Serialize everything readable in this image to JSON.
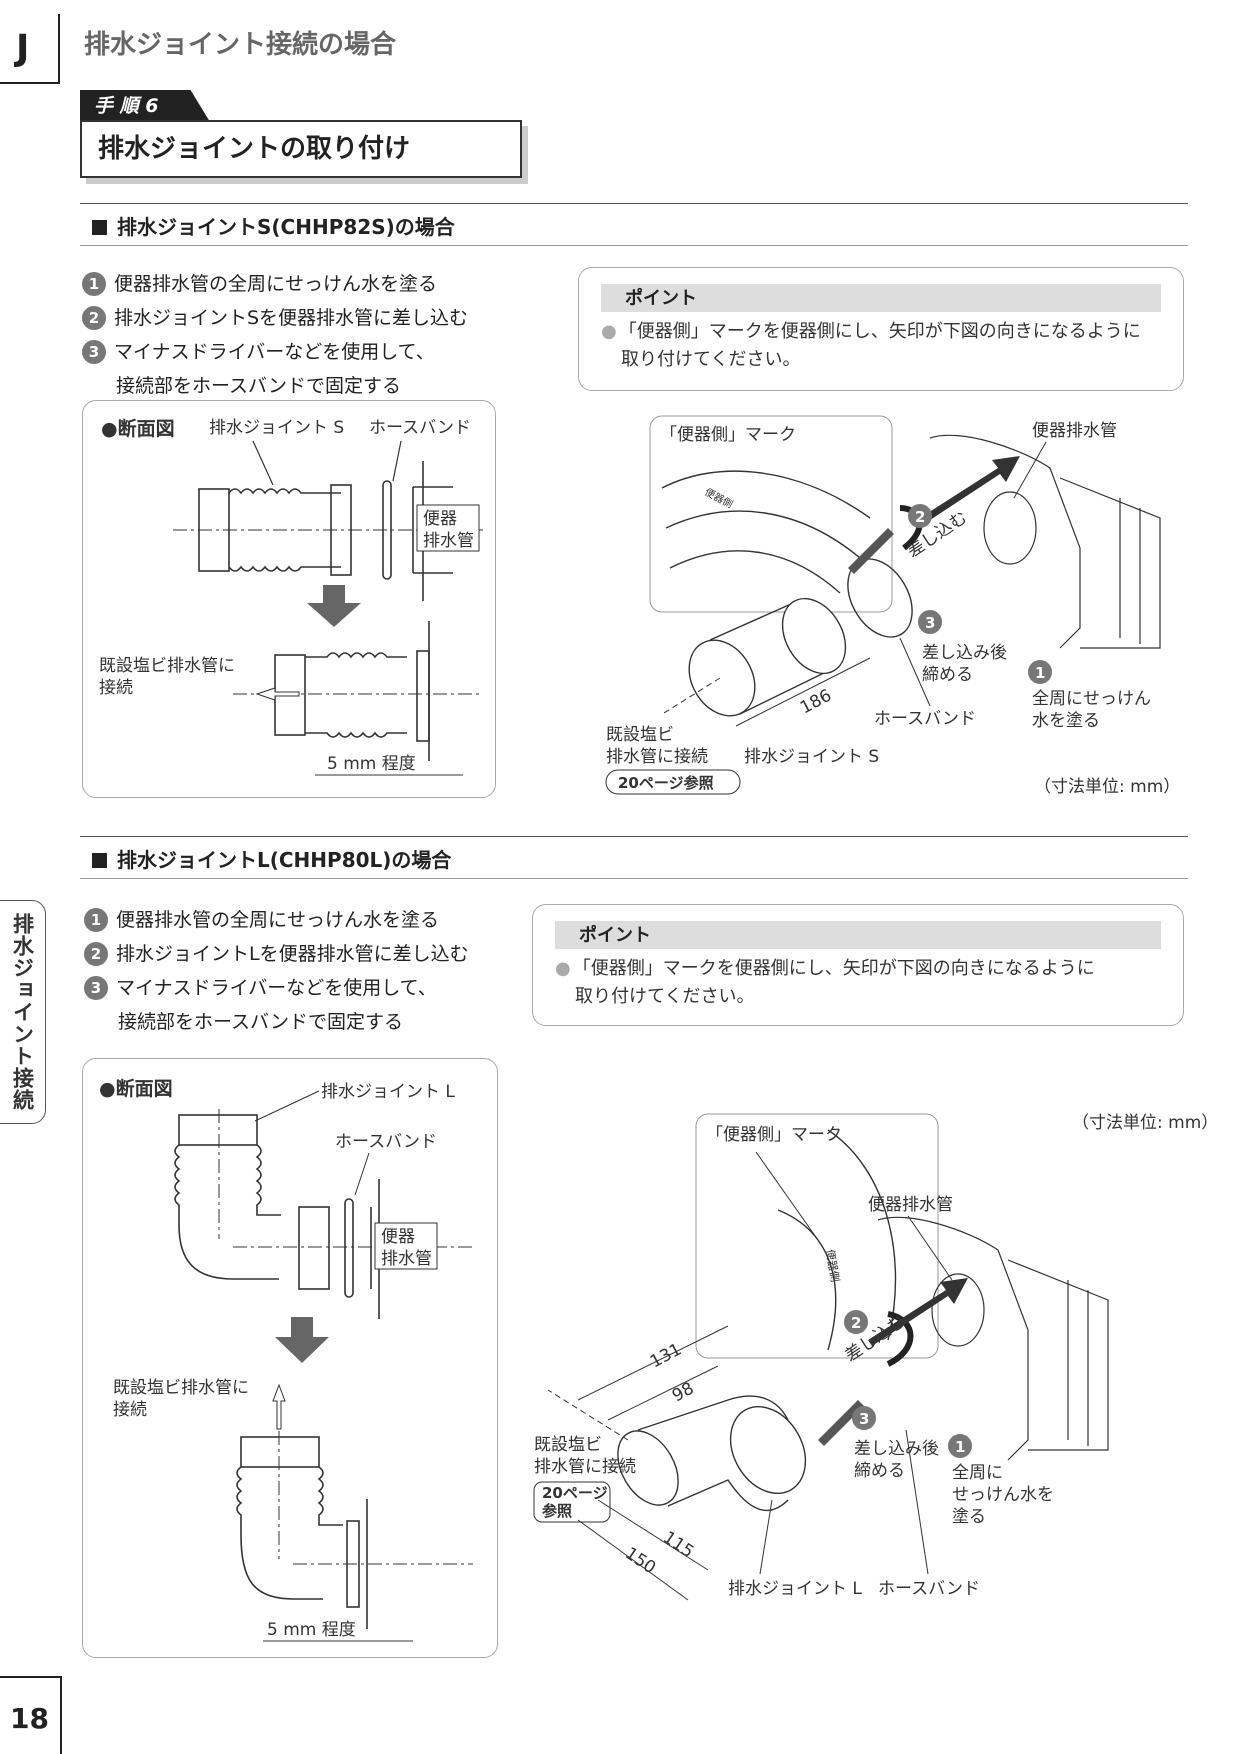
{
  "header": {
    "chapter_letter": "J",
    "title": "排水ジョイント接続の場合"
  },
  "step": {
    "tag": "手 順 6",
    "title": "排水ジョイントの取り付け"
  },
  "sectionS": {
    "heading": "排水ジョイントS(CHHP82S)の場合",
    "steps": [
      {
        "num": "1",
        "text": "便器排水管の全周にせっけん水を塗る"
      },
      {
        "num": "2",
        "text": "排水ジョイントSを便器排水管に差し込む"
      },
      {
        "num": "3",
        "text": "マイナスドライバーなどを使用して、",
        "text2": "接続部をホースバンドで固定する"
      }
    ],
    "point": {
      "heading": "ポイント",
      "line1": "「便器側」マークを便器側にし、矢印が下図の向きになるように",
      "line2": "取り付けてください。"
    },
    "section_diagram": {
      "title": "●断面図",
      "label_joint": "排水ジョイント S",
      "label_band": "ホースバンド",
      "label_pipe1": "便器",
      "label_pipe2": "排水管",
      "label_existing1": "既設塩ビ排水管に",
      "label_existing2": "接続",
      "label_gap": "5 mm 程度"
    },
    "figure": {
      "mark_label": "「便器側」マーク",
      "mark_print": "便器側",
      "toilet_pipe": "便器排水管",
      "insert": "差し込む",
      "tighten1": "差し込み後",
      "tighten2": "締める",
      "soap1": "全周にせっけん",
      "soap2": "水を塗る",
      "hose_band": "ホースバンド",
      "joint": "排水ジョイント S",
      "existing1": "既設塩ビ",
      "existing2": "排水管に接続",
      "ref": "20ページ参照",
      "dim": "186",
      "unit": "（寸法単位: mm）",
      "n1": "1",
      "n2": "2",
      "n3": "3"
    }
  },
  "sectionL": {
    "heading": "排水ジョイントL(CHHP80L)の場合",
    "steps": [
      {
        "num": "1",
        "text": "便器排水管の全周にせっけん水を塗る"
      },
      {
        "num": "2",
        "text": "排水ジョイントLを便器排水管に差し込む"
      },
      {
        "num": "3",
        "text": "マイナスドライバーなどを使用して、",
        "text2": "接続部をホースバンドで固定する"
      }
    ],
    "point": {
      "heading": "ポイント",
      "line1": "「便器側」マークを便器側にし、矢印が下図の向きになるように",
      "line2": "取り付けてください。"
    },
    "section_diagram": {
      "title": "●断面図",
      "label_joint": "排水ジョイント L",
      "label_band": "ホースバンド",
      "label_pipe1": "便器",
      "label_pipe2": "排水管",
      "label_existing1": "既設塩ビ排水管に",
      "label_existing2": "接続",
      "label_gap": "5 mm 程度"
    },
    "figure": {
      "unit": "（寸法単位: mm）",
      "mark_label": "「便器側」マーク",
      "mark_print": "便器側",
      "toilet_pipe": "便器排水管",
      "insert": "差し込む",
      "tighten1": "差し込み後",
      "tighten2": "締める",
      "soap1": "全周に",
      "soap2": "せっけん水を",
      "soap3": "塗る",
      "hose_band": "ホースバンド",
      "joint": "排水ジョイント L",
      "existing1": "既設塩ビ",
      "existing2": "排水管に接続",
      "ref1": "20ページ",
      "ref2": "参照",
      "dim131": "131",
      "dim98": "98",
      "dim115": "115",
      "dim150": "150",
      "n1": "1",
      "n2": "2",
      "n3": "3"
    }
  },
  "side_tab": "排水ジョイント接続",
  "page_number": "18"
}
